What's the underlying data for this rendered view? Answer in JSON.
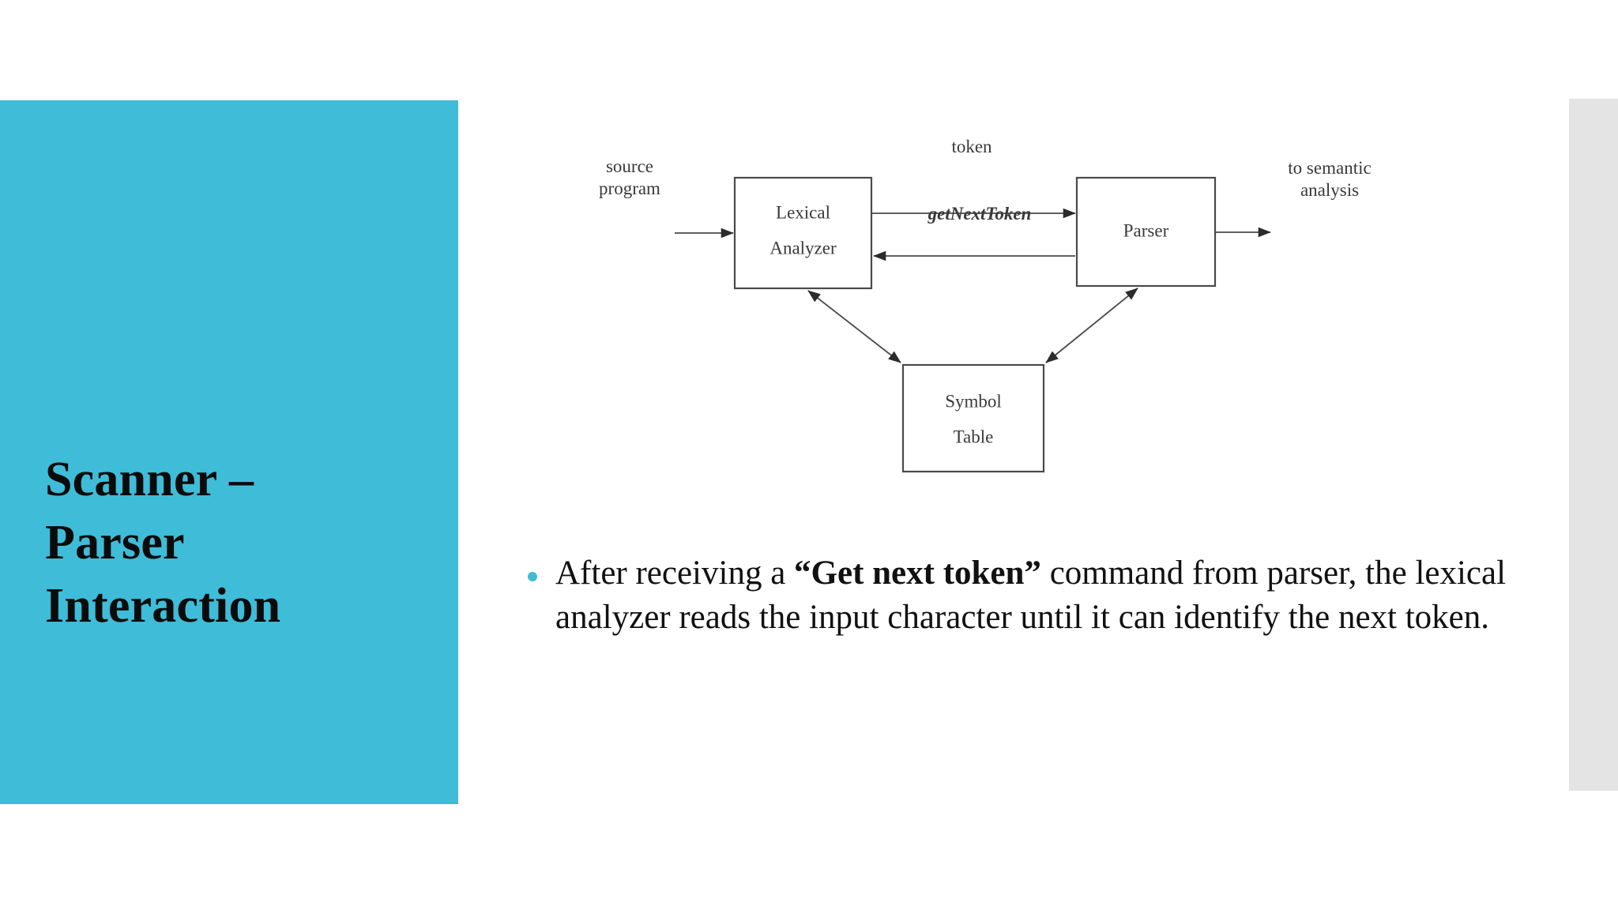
{
  "slide": {
    "title": "Scanner –\nParser\nInteraction",
    "accent_color": "#3ebcd8",
    "background_color": "#ffffff",
    "right_strip_color": "#e4e4e4"
  },
  "diagram": {
    "caption_semantic": "scanner-parser-interaction-figure",
    "boxes": [
      {
        "id": "lexical-analyzer",
        "line1": "Lexical",
        "line2": "Analyzer"
      },
      {
        "id": "parser",
        "line1": "Parser",
        "line2": ""
      },
      {
        "id": "symbol-table",
        "line1": "Symbol",
        "line2": "Table"
      }
    ],
    "labels": {
      "source_line1": "source",
      "source_line2": "program",
      "token": "token",
      "get_next_token": "getNextToken",
      "semantic_line1": "to semantic",
      "semantic_line2": "analysis"
    }
  },
  "body": {
    "bullet_icon": "bullet-dot",
    "text_part1": "After receiving a ",
    "text_bold": "“Get next token”",
    "text_part2": " command from parser, the lexical analyzer reads the input character until it can identify the next token."
  }
}
